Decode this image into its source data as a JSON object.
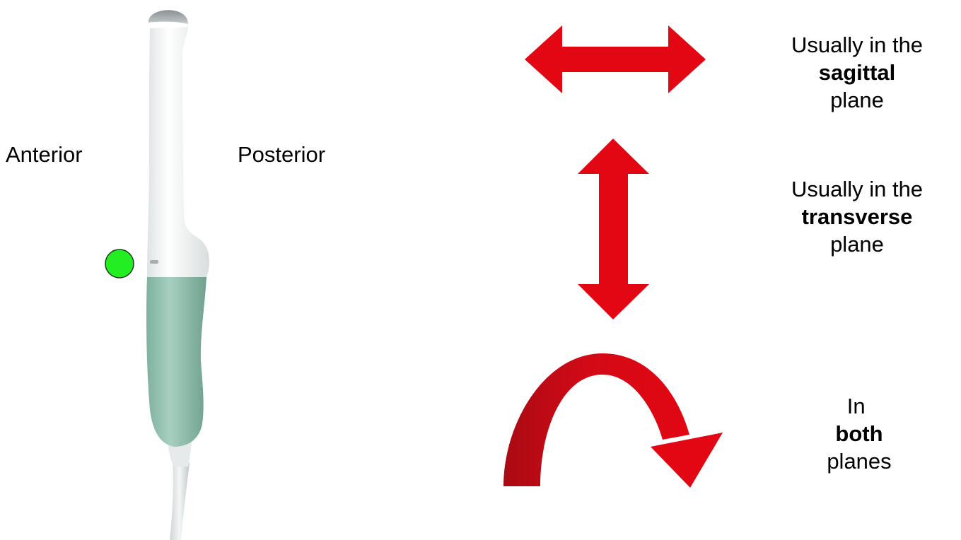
{
  "orientation": {
    "anterior_label": "Anterior",
    "posterior_label": "Posterior"
  },
  "probe": {
    "icon": "transvaginal-ultrasound-probe-icon",
    "marker_color": "#22ee22",
    "body_color": "#eef0f0",
    "grip_color": "#8fbfad"
  },
  "movements": [
    {
      "icon": "horizontal-double-arrow-icon",
      "line1": "Usually in the",
      "emphasis": "sagittal",
      "line3": "plane"
    },
    {
      "icon": "vertical-double-arrow-icon",
      "line1": "Usually in the",
      "emphasis": "transverse",
      "line3": "plane"
    },
    {
      "icon": "curved-rotation-arrow-icon",
      "prefix": "In ",
      "emphasis": "both",
      "line3": "planes"
    }
  ],
  "arrow_color": "#e30613",
  "arrow_shadow_color": "#b50a14"
}
